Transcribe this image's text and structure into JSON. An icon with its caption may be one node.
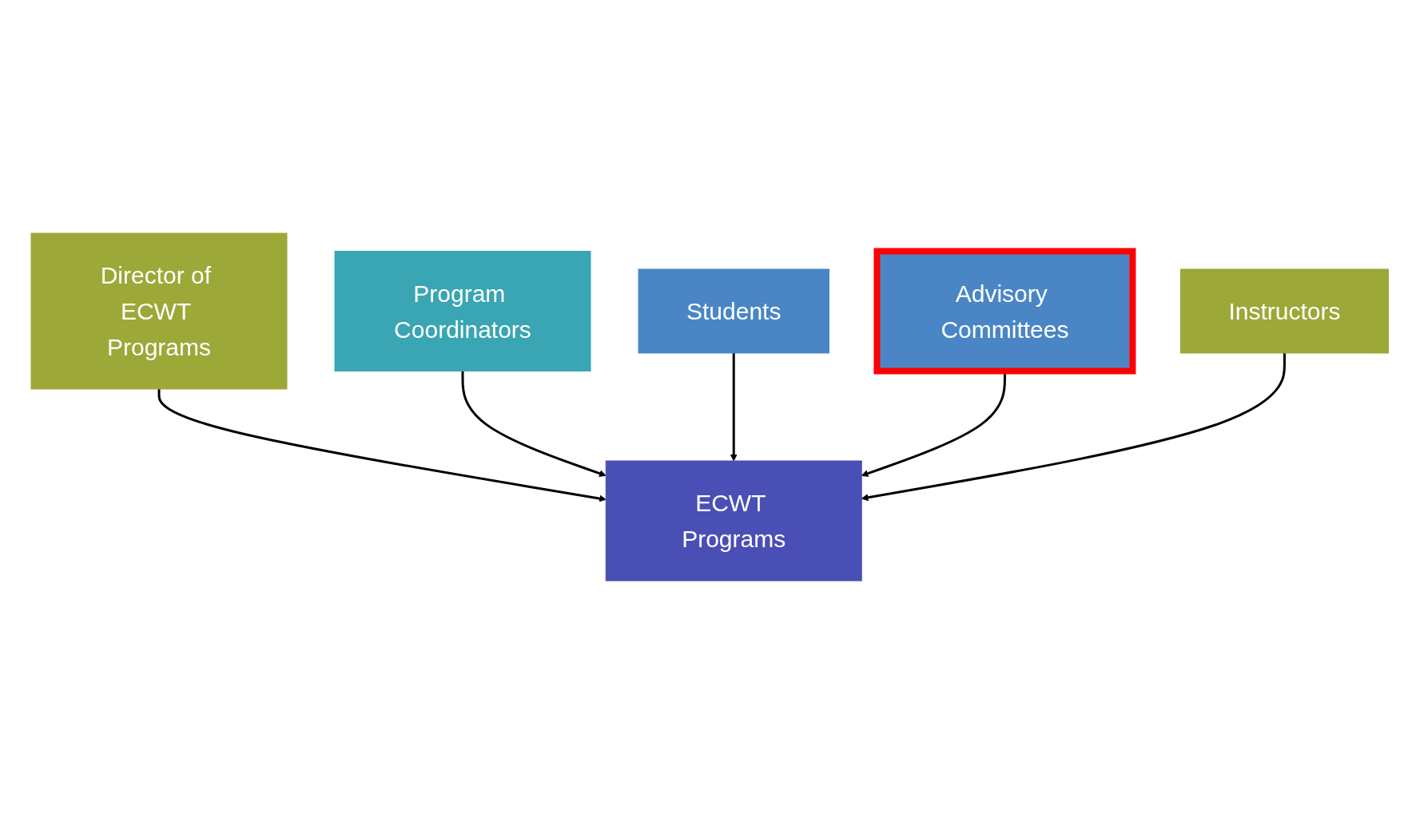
{
  "diagram": {
    "nodes": [
      {
        "text": [
          "Director of ECWT Programs"
        ]
      },
      {
        "text": [
          "Program Coordinators"
        ]
      },
      {
        "text": [
          "ECWT Programs"
        ]
      },
      {
        "text": [
          "Students"
        ]
      },
      {
        "text": [
          "Advisory Committees"
        ]
      },
      {
        "text": [
          "Instructors"
        ]
      }
    ],
    "edges": [
      {
        "from": 0,
        "to": 2,
        "arrow": "to"
      },
      {
        "from": 1,
        "to": 2,
        "arrow": "to"
      },
      {
        "from": 3,
        "to": 2,
        "arrow": "to"
      },
      {
        "from": 4,
        "to": 2,
        "arrow": "to"
      },
      {
        "from": 5,
        "to": 2,
        "arrow": "to"
      }
    ]
  }
}
